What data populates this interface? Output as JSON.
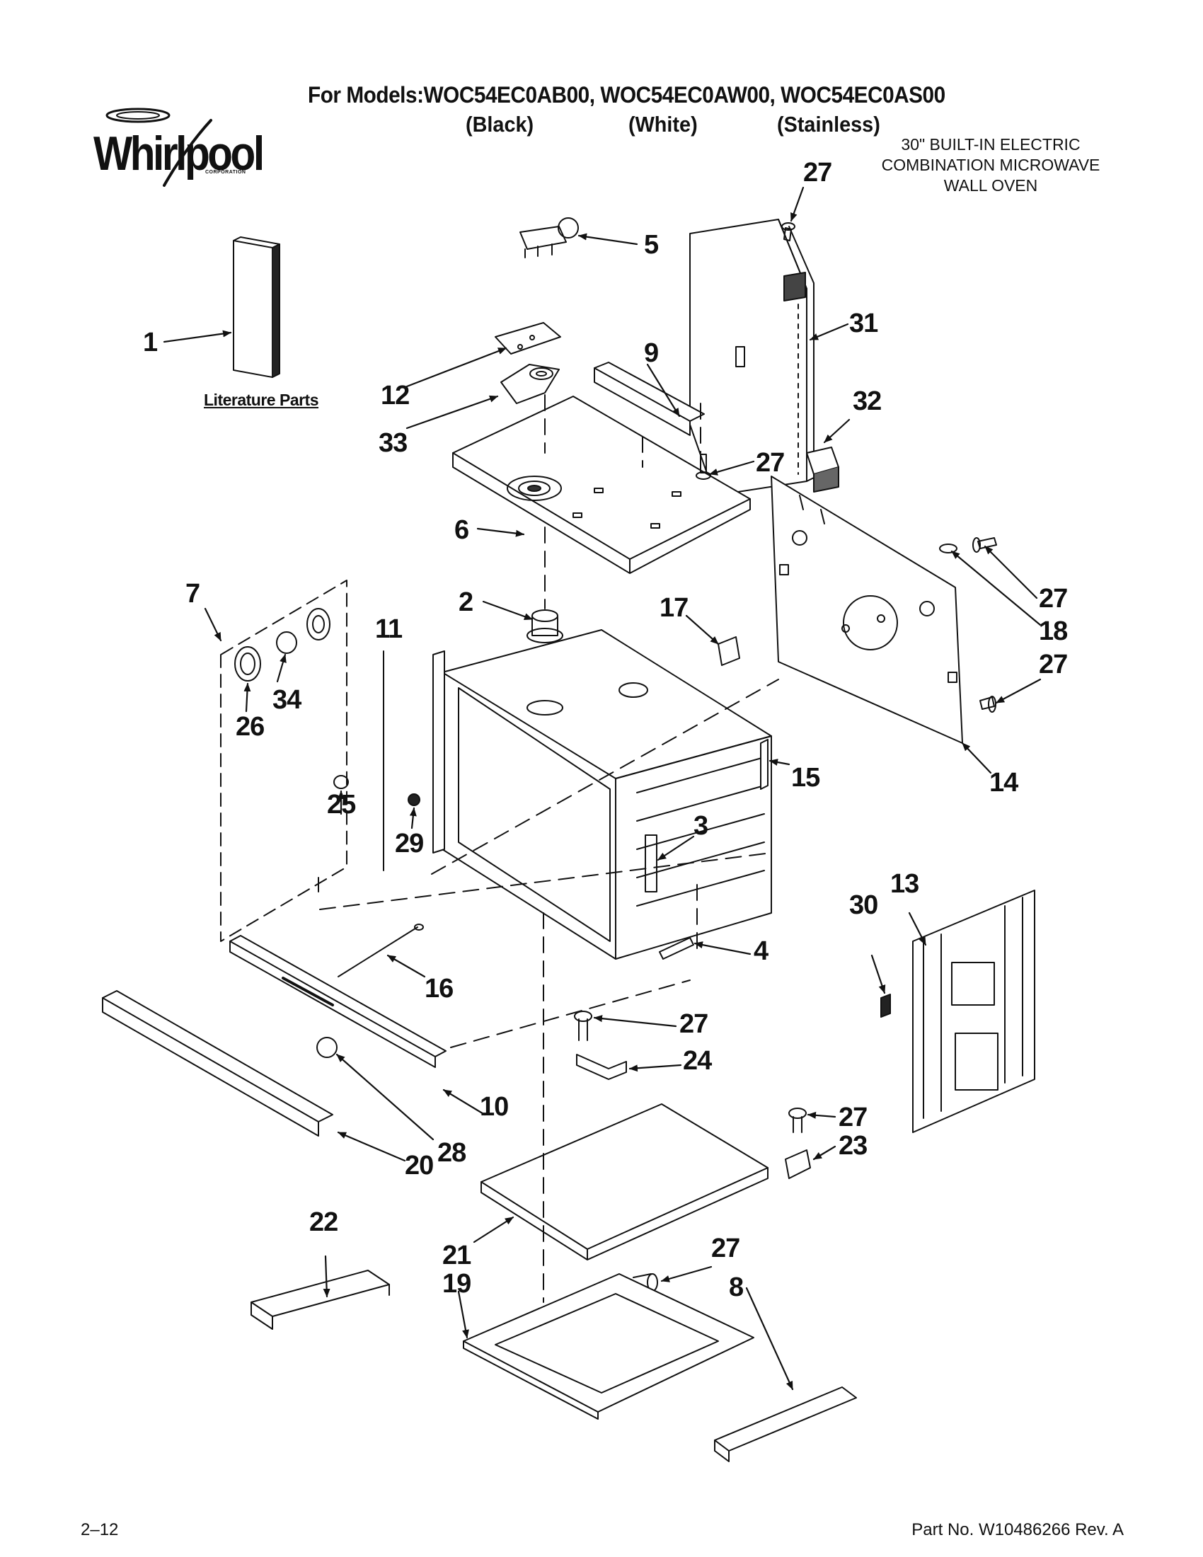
{
  "header": {
    "models_line": "For Models:WOC54EC0AB00, WOC54EC0AW00, WOC54EC0AS00",
    "variants": [
      "(Black)",
      "(White)",
      "(Stainless)"
    ],
    "description_lines": [
      "30\" BUILT-IN ELECTRIC",
      "COMBINATION MICROWAVE",
      "WALL OVEN"
    ]
  },
  "logo": {
    "wordmark": "Whirlpool",
    "sub": "CORPORATION"
  },
  "literature_label": "Literature Parts",
  "callouts": [
    {
      "id": "c27a",
      "text": "27"
    },
    {
      "id": "c5",
      "text": "5"
    },
    {
      "id": "c1",
      "text": "1"
    },
    {
      "id": "c31",
      "text": "31"
    },
    {
      "id": "c12",
      "text": "12"
    },
    {
      "id": "c9",
      "text": "9"
    },
    {
      "id": "c32",
      "text": "32"
    },
    {
      "id": "c33",
      "text": "33"
    },
    {
      "id": "c27b",
      "text": "27"
    },
    {
      "id": "c6",
      "text": "6"
    },
    {
      "id": "c7",
      "text": "7"
    },
    {
      "id": "c2",
      "text": "2"
    },
    {
      "id": "c11",
      "text": "11"
    },
    {
      "id": "c17",
      "text": "17"
    },
    {
      "id": "c27c",
      "text": "27"
    },
    {
      "id": "c18",
      "text": "18"
    },
    {
      "id": "c27d",
      "text": "27"
    },
    {
      "id": "c34",
      "text": "34"
    },
    {
      "id": "c26",
      "text": "26"
    },
    {
      "id": "c25",
      "text": "25"
    },
    {
      "id": "c15",
      "text": "15"
    },
    {
      "id": "c14",
      "text": "14"
    },
    {
      "id": "c3",
      "text": "3"
    },
    {
      "id": "c29",
      "text": "29"
    },
    {
      "id": "c30",
      "text": "30"
    },
    {
      "id": "c13",
      "text": "13"
    },
    {
      "id": "c4",
      "text": "4"
    },
    {
      "id": "c16",
      "text": "16"
    },
    {
      "id": "c27e",
      "text": "27"
    },
    {
      "id": "c24",
      "text": "24"
    },
    {
      "id": "c10",
      "text": "10"
    },
    {
      "id": "c27f",
      "text": "27"
    },
    {
      "id": "c23",
      "text": "23"
    },
    {
      "id": "c20",
      "text": "20"
    },
    {
      "id": "c28",
      "text": "28"
    },
    {
      "id": "c22",
      "text": "22"
    },
    {
      "id": "c21",
      "text": "21"
    },
    {
      "id": "c27g",
      "text": "27"
    },
    {
      "id": "c19",
      "text": "19"
    },
    {
      "id": "c8",
      "text": "8"
    }
  ],
  "footer": {
    "page": "2–12",
    "part_number": "Part No. W10486266 Rev. A"
  }
}
